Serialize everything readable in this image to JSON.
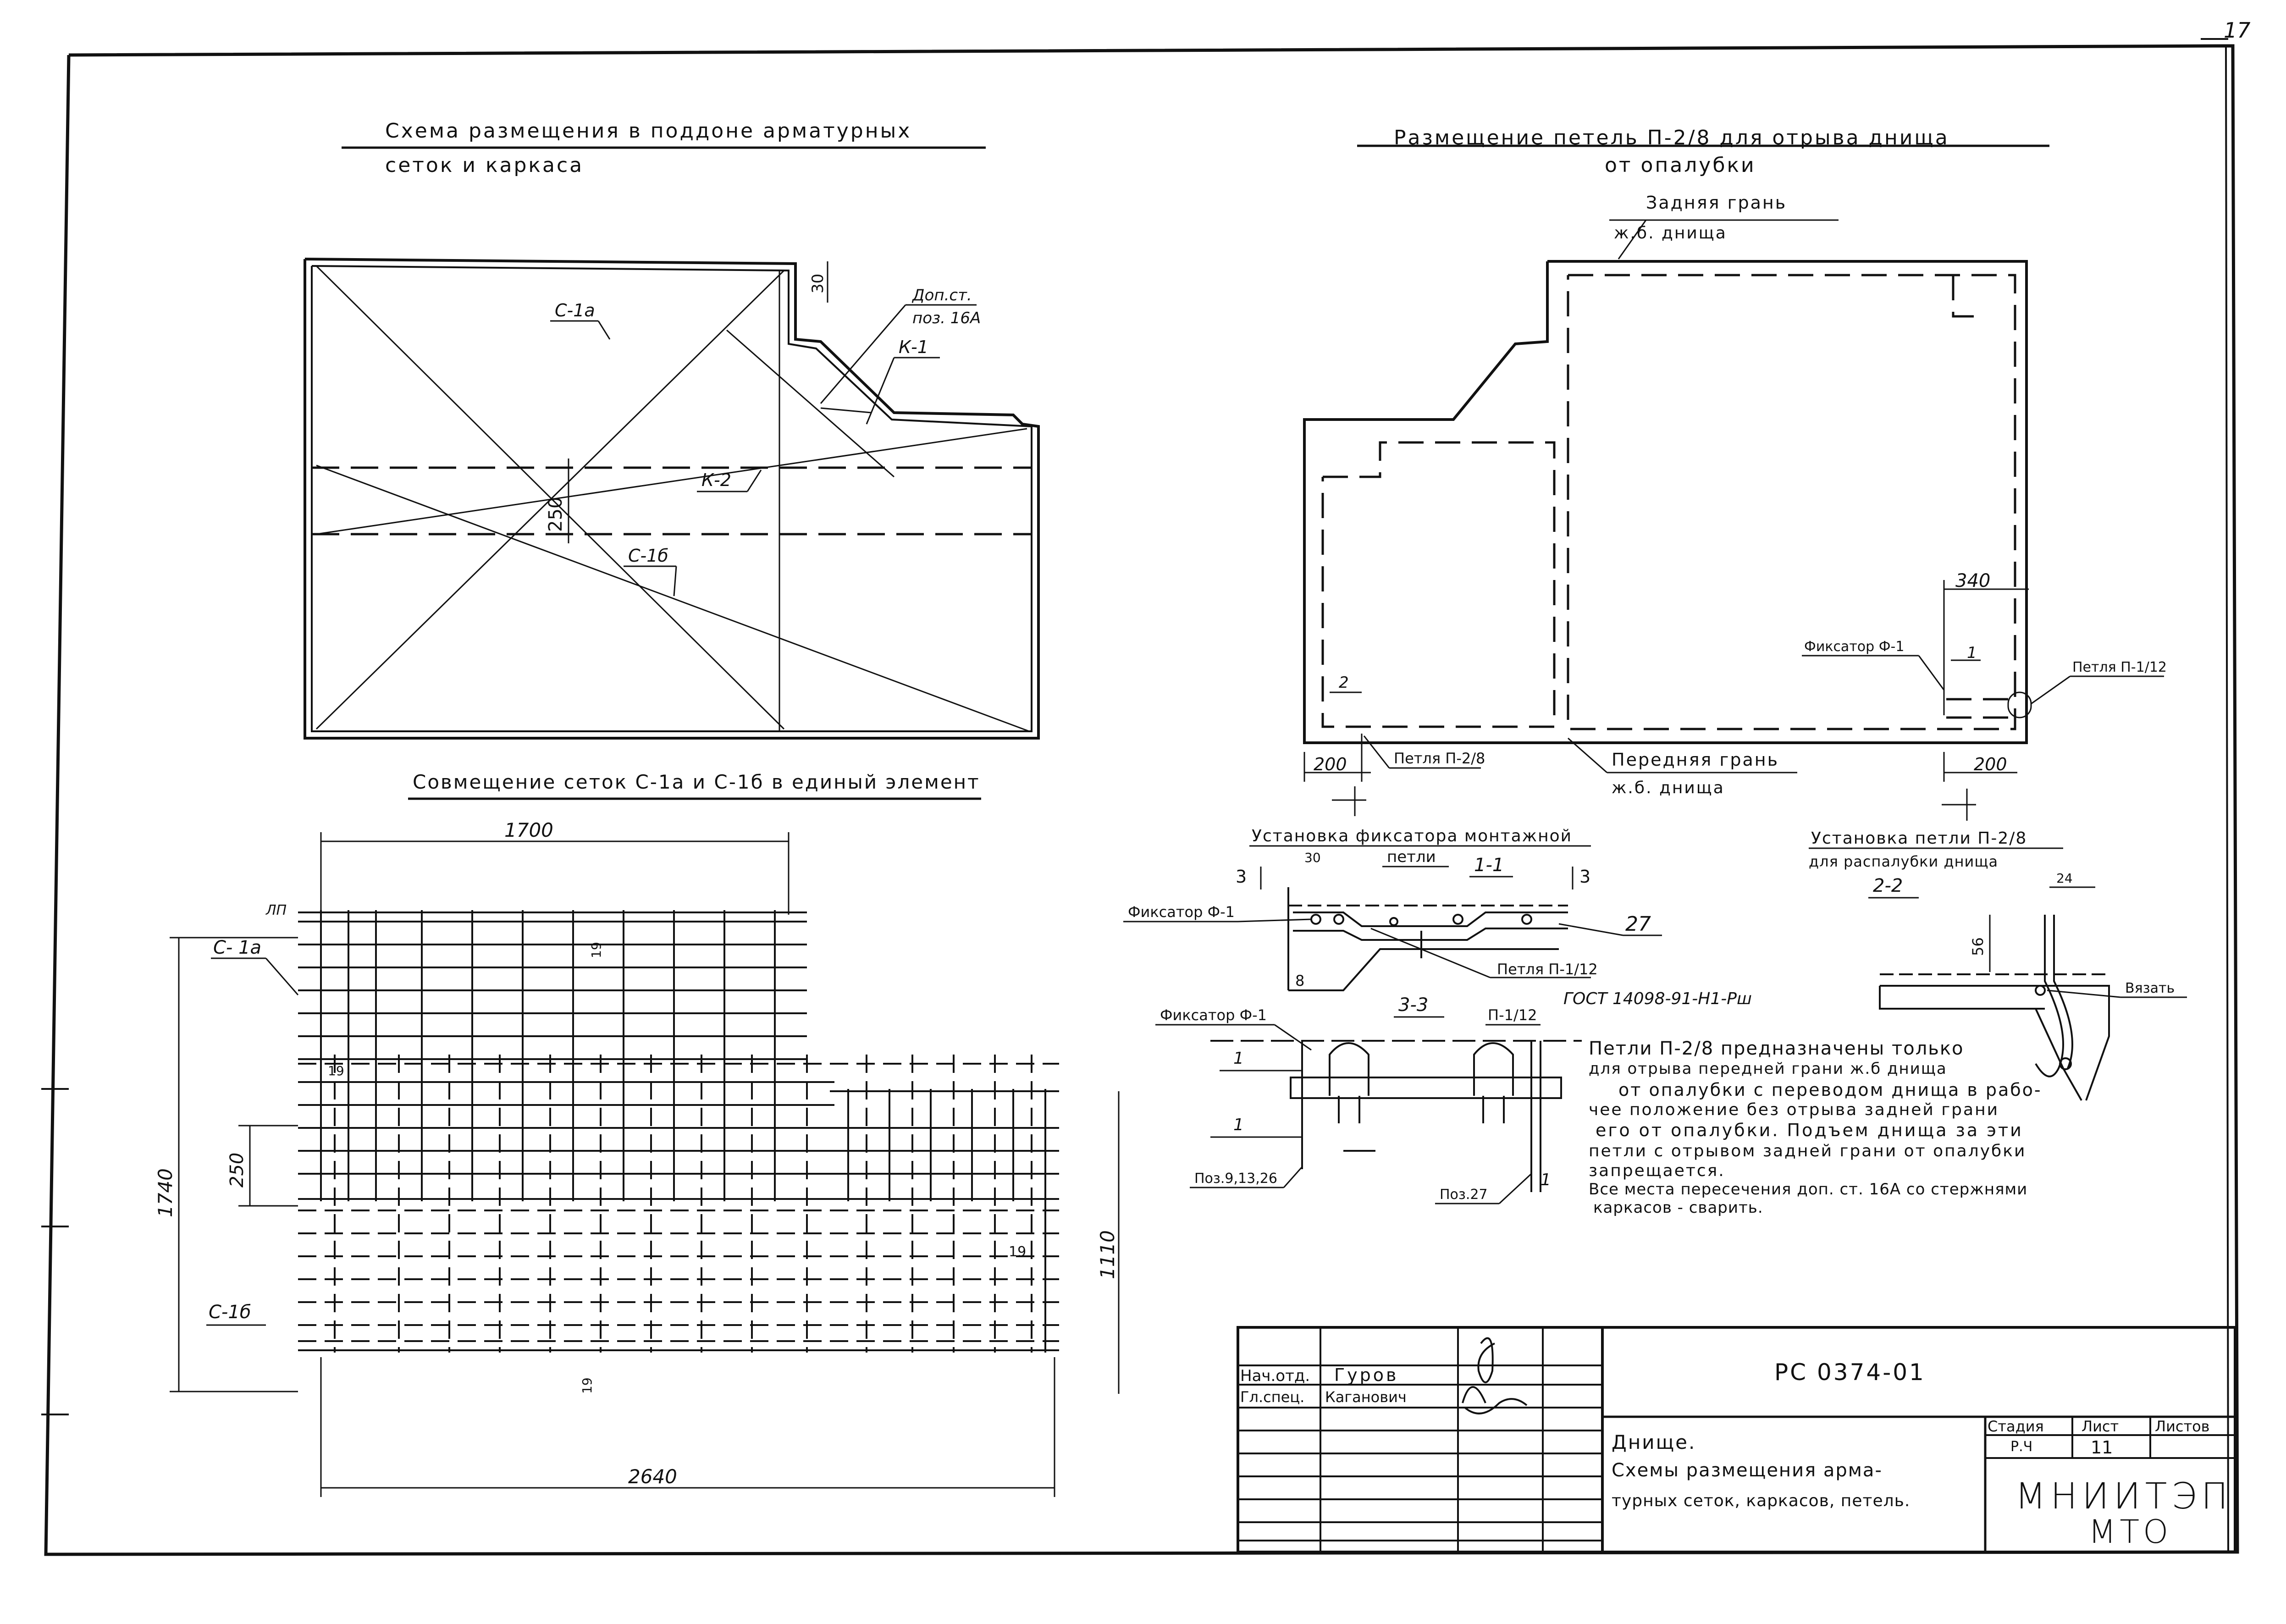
{
  "page_number": "17",
  "schemes": {
    "tray": {
      "title_line1": "Схема размещения в поддоне арматурных",
      "title_line2": "сеток и каркаса",
      "label_c1a": "С-1а",
      "label_c1b": "С-1б",
      "label_k1": "К-1",
      "label_k2": "К-2",
      "dim_250": "250",
      "dim_30": "30",
      "extra_bar_line1": "Доп.ст.",
      "extra_bar_line2": "поз. 16А"
    },
    "combine": {
      "title": "Совмещение сеток С-1а и С-1б в единый элемент",
      "dim_1700": "1700",
      "dim_2640": "2640",
      "dim_1740": "1740",
      "dim_1110": "1110",
      "dim_250": "250",
      "dim_19a": "19",
      "dim_19b": "19",
      "dim_19c": "19",
      "dim_19d": "19",
      "label_c1a": "С- 1а",
      "label_c1b": "С-1б",
      "mark_lp": "ЛП"
    },
    "loops": {
      "title_line1": "Размещение петель П-2/8 для отрыва днища",
      "title_line2": "от опалубки",
      "back_edge_line1": "Задняя грань",
      "back_edge_line2": "ж.б. днища",
      "front_edge_line1": "Передняя грань",
      "front_edge_line2": "ж.б. днища",
      "dim_340": "340",
      "dim_200_left": "200",
      "dim_200_right": "200",
      "fixator": "Фиксатор Ф-1",
      "loop_p112": "Петля П-1/12",
      "loop_p28": "Петля П-2/8",
      "section_1": "1",
      "section_2": "2"
    },
    "fixator_install": {
      "title_line1": "Установка фиксатора монтажной",
      "title_line2": "петли",
      "section_11": "1-1",
      "section_33": "3-3",
      "fixator": "Фиксатор Ф-1",
      "fixator2": "Фиксатор Ф-1",
      "loop": "Петля П-1/12",
      "p112": "П-1/12",
      "gost": "ГОСТ 14098-91-Н1-Рш",
      "dim_30": "30",
      "dim_8": "8",
      "num_27": "27",
      "num_3a": "3",
      "num_3b": "3",
      "num_1a": "1",
      "num_1b": "1",
      "num_1c": "1",
      "pos_left": "Поз.9,13,26",
      "pos_right": "Поз.27"
    },
    "loop_install": {
      "title_line1": "Установка петли П-2/8",
      "title_line2": "для распалубки днища",
      "section_22": "2-2",
      "dim_24": "24",
      "dim_56": "56",
      "tie": "Вязать"
    }
  },
  "notes": {
    "line1": "Петли П-2/8 предназначены только",
    "line2": "для отрыва передней грани ж.б днища",
    "line3": "от опалубки с переводом днища в рабо-",
    "line4": "чее положение без отрыва задней грани",
    "line5": "его от опалубки. Подъем днища за эти",
    "line6": "петли с отрывом задней грани от опалубки",
    "line7": "запрещается.",
    "line8": "Все места пересечения доп. ст. 16А со стержнями",
    "line9": "каркасов - сварить."
  },
  "title_block": {
    "doc_code": "РС 0374-01",
    "role1": "Нач.отд.",
    "name1": "Гуров",
    "role2": "Гл.спец.",
    "name2": "Каганович",
    "title_line1": "Днище.",
    "title_line2": "Схемы размещения арма-",
    "title_line3": "турных сеток, каркасов, петель.",
    "stage_label": "Стадия",
    "sheet_label": "Лист",
    "sheets_label": "Листов",
    "stage": "Р.Ч",
    "sheet": "11",
    "sheets": "",
    "org_line1": "МНИИТЭП",
    "org_line2": "МТО"
  }
}
